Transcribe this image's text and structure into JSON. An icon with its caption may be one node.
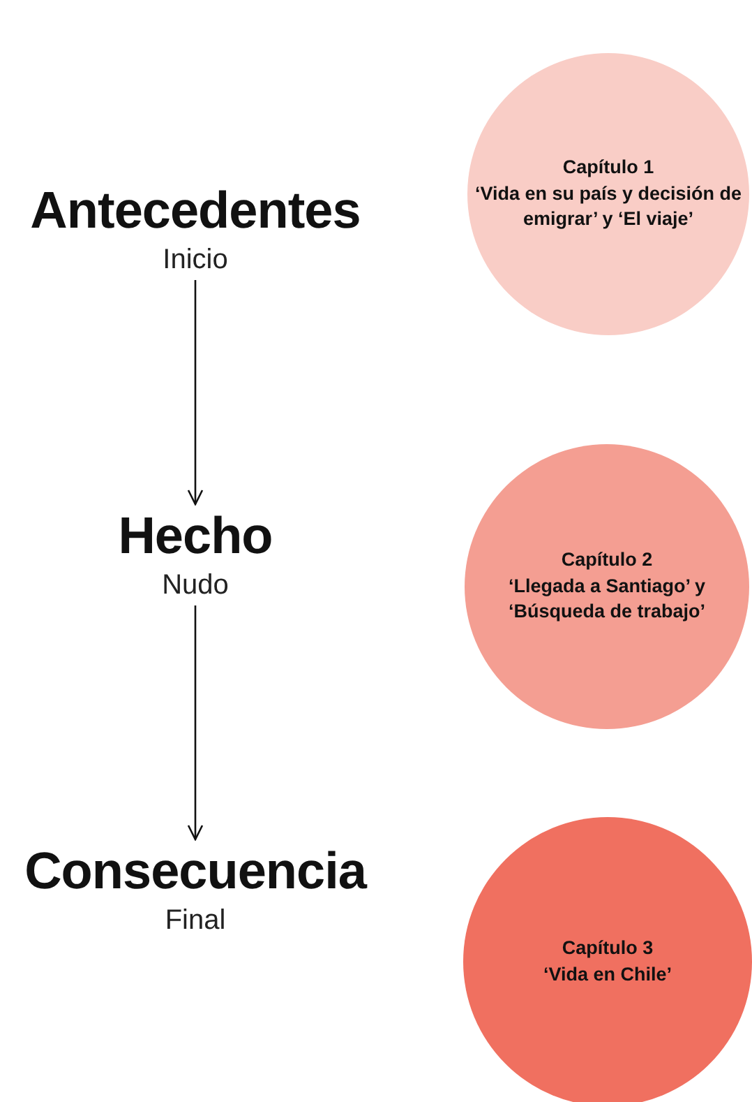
{
  "diagram": {
    "nodes": [
      {
        "text": [
          "Antecedentes",
          "Inicio"
        ]
      },
      {
        "text": [
          "Capítulo 1",
          "‘Vida en su país y decisión de emigrar’ y ‘El viaje’"
        ]
      },
      {
        "text": [
          "Hecho",
          "Nudo"
        ]
      },
      {
        "text": [
          "Capítulo 2",
          "‘Llegada a Santiago’ y ‘Búsqueda de trabajo’"
        ]
      },
      {
        "text": [
          "Consecuencia",
          "Final"
        ]
      },
      {
        "text": [
          "Capítulo 3",
          "‘Vida en Chile’"
        ]
      }
    ],
    "edges": [
      {
        "from": 0,
        "to": 2,
        "arrow": "to"
      },
      {
        "from": 2,
        "to": 4,
        "arrow": "to"
      }
    ]
  }
}
